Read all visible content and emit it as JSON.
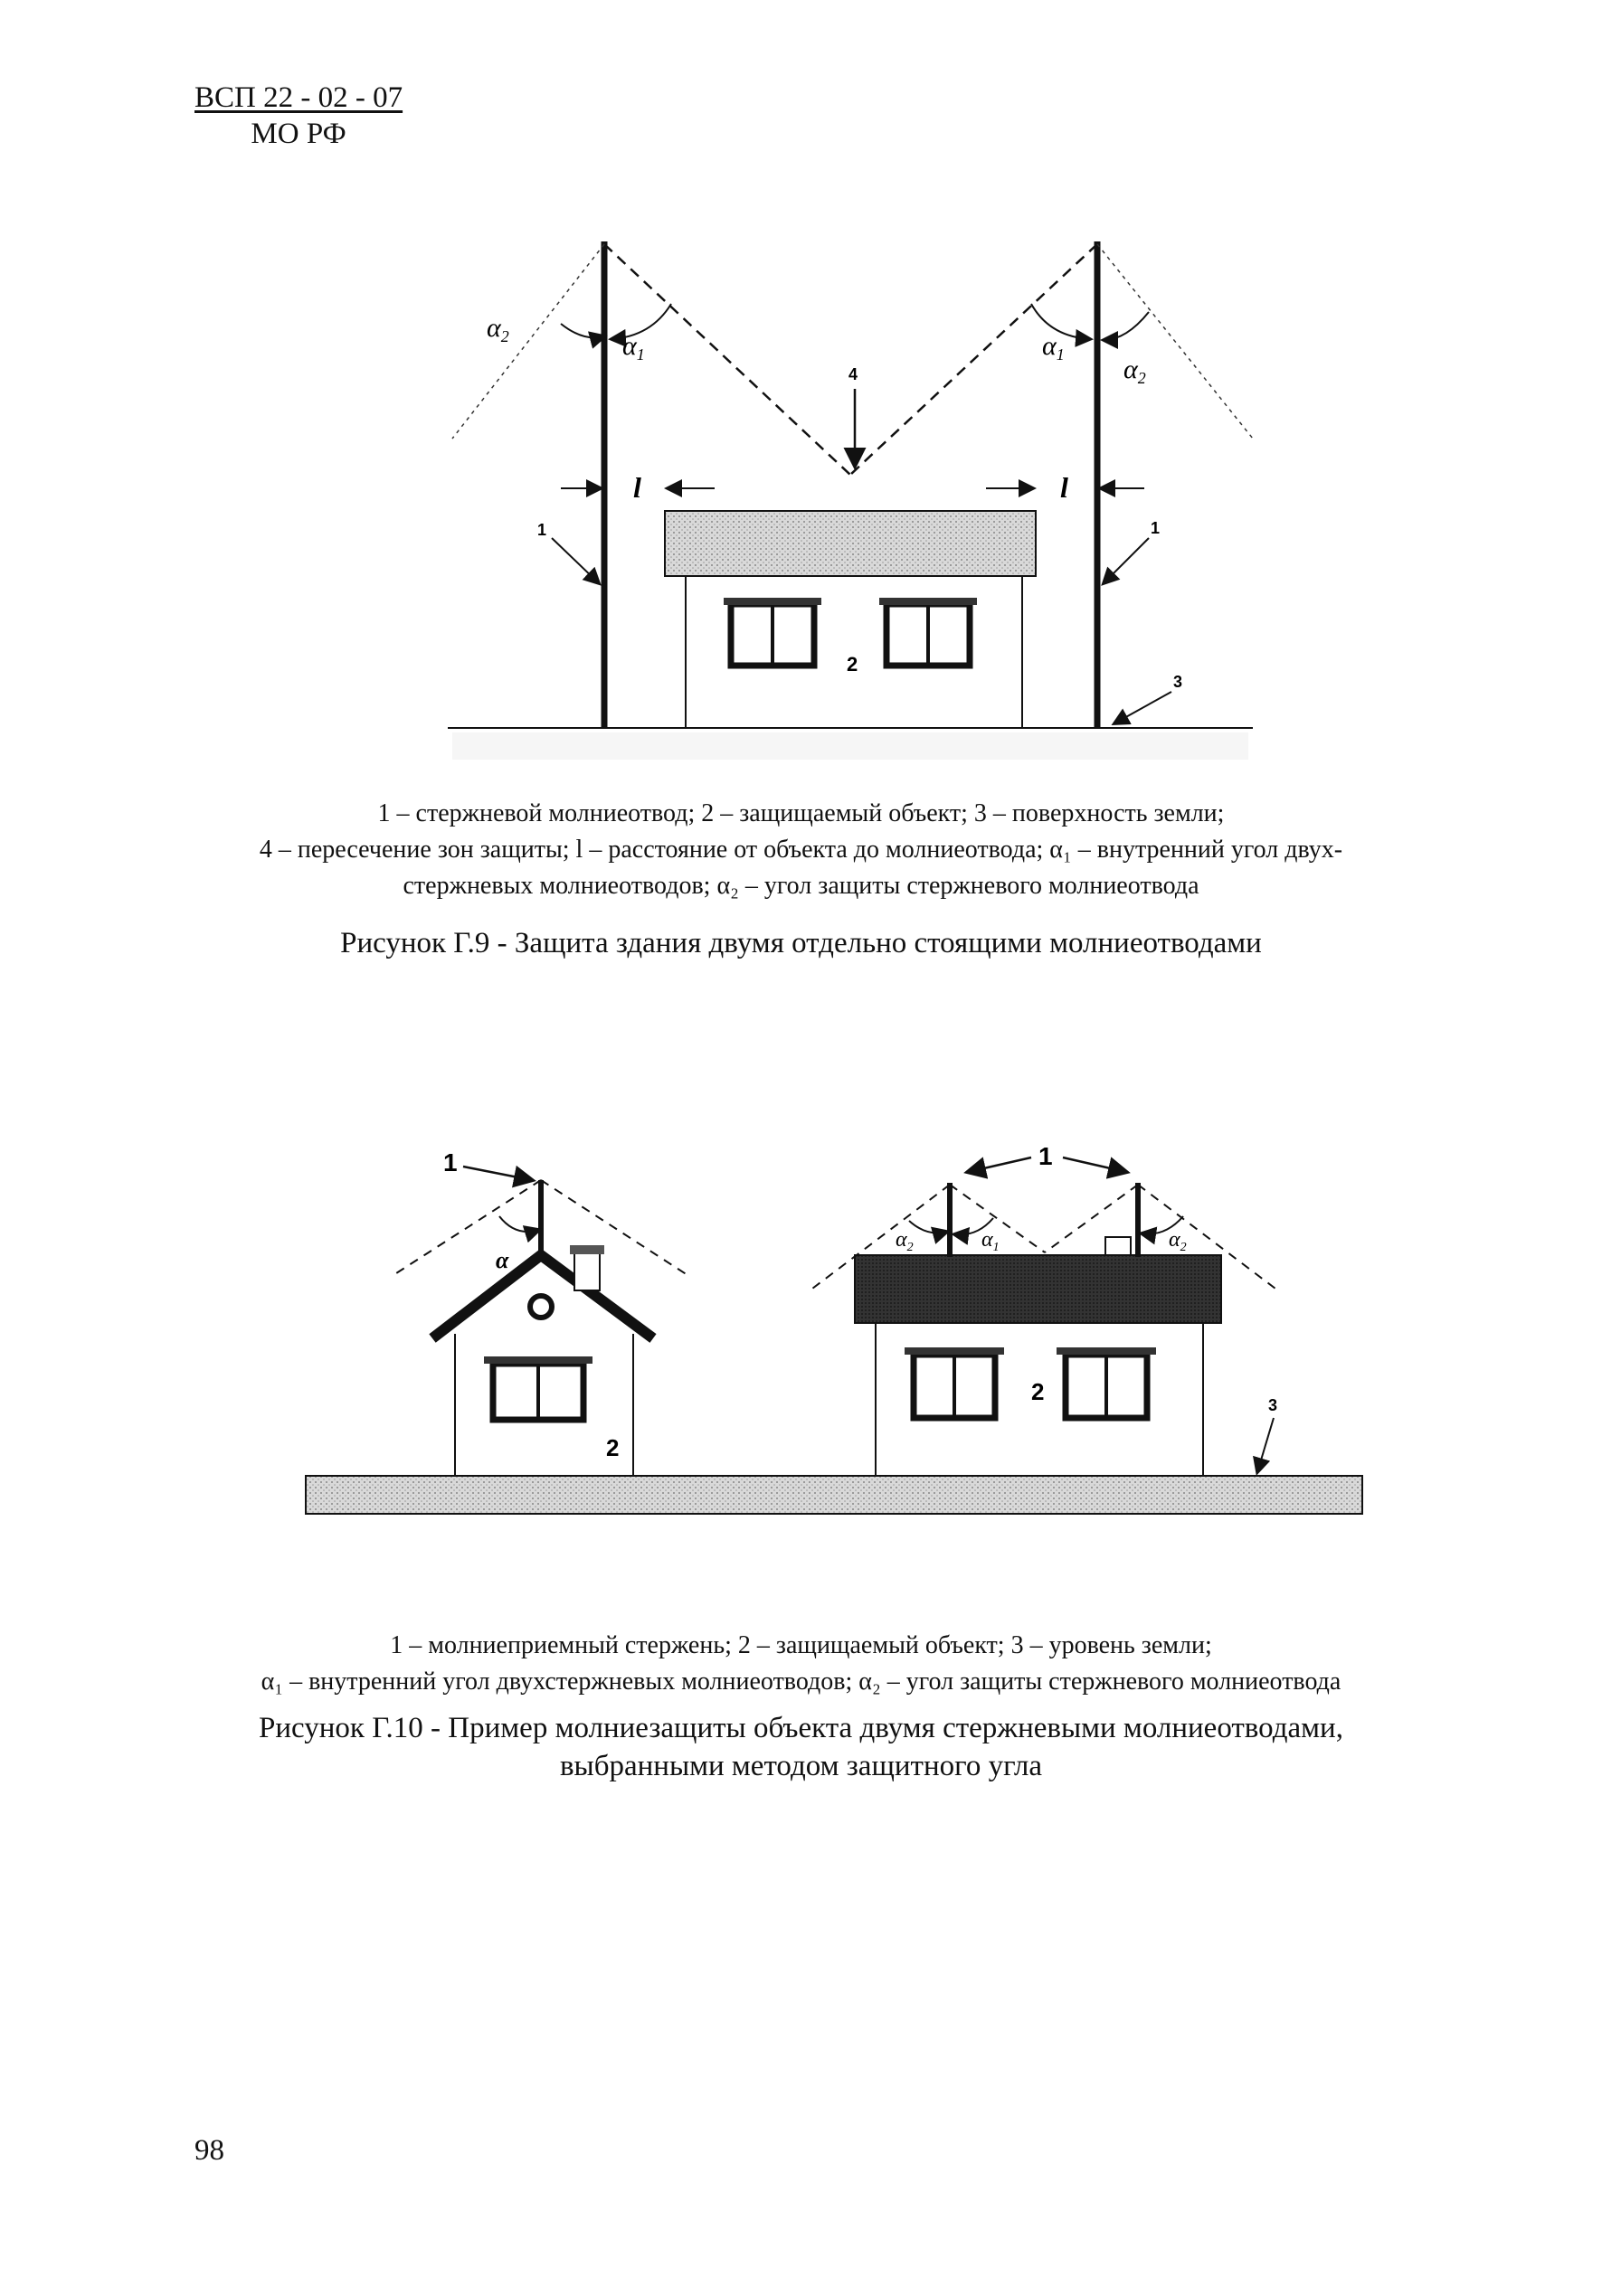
{
  "header": {
    "doc_code": "ВСП 22 - 02 - 07",
    "org": "МО РФ"
  },
  "figure9": {
    "labels": {
      "alpha1": "α",
      "alpha1_sub": "1",
      "alpha2": "α",
      "alpha2_sub": "2",
      "l": "l",
      "n1": "1",
      "n2": "2",
      "n3": "3",
      "n4": "4"
    },
    "legend_lines": [
      "1 – стержневой молниеотвод; 2 – защищаемый объект; 3 – поверхность земли;",
      "4 – пересечение зон защиты; l – расстояние от объекта до молниеотвода; α₁ – внутренний угол двух-",
      "стержневых молниеотводов; α₂ – угол защиты стержневого молниеотвода"
    ],
    "title": "Рисунок Г.9 - Защита здания двумя отдельно стоящими молниеотводами"
  },
  "figure10": {
    "labels": {
      "alpha": "α",
      "alpha1": "α",
      "alpha1_sub": "1",
      "alpha2": "α",
      "alpha2_sub": "2",
      "n1": "1",
      "n2": "2",
      "n3": "3"
    },
    "legend_lines": [
      "1 – молниеприемный стержень; 2 – защищаемый объект; 3 – уровень земли;",
      "α₁ – внутренний угол двухстержневых молниеотводов; α₂ – угол защиты стержневого молниеотвода"
    ],
    "title_lines": [
      "Рисунок Г.10 - Пример молниезащиты объекта двумя стержневыми молниеотводами,",
      "выбранными методом защитного угла"
    ]
  },
  "page_number": "98"
}
